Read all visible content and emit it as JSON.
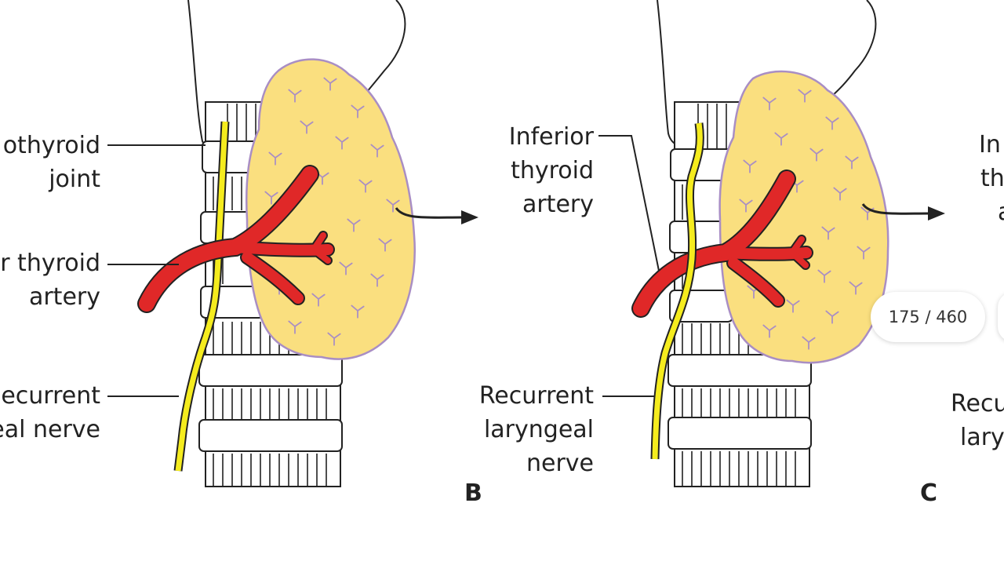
{
  "labels_b": {
    "cricothyroid_line1": "othyroid",
    "cricothyroid_line2": "joint",
    "artery_line1": "r thyroid",
    "artery_line2": "artery",
    "nerve_line1": "ecurrent",
    "nerve_line2": "eal nerve"
  },
  "labels_c": {
    "artery_line1": "Inferior",
    "artery_line2": "thyroid",
    "artery_line3": "artery",
    "nerve_line1": "Recurrent",
    "nerve_line2": "laryngeal",
    "nerve_line3": "nerve"
  },
  "labels_d": {
    "artery_line1": "In",
    "artery_line2": "th",
    "artery_line3": "a",
    "nerve_line1": "Recu",
    "nerve_line2": "lary"
  },
  "panel_letters": {
    "b": "B",
    "c": "C"
  },
  "viewer": {
    "page_counter": "175 / 460"
  },
  "colors": {
    "thyroid_fill": "#fadf7f",
    "thyroid_outline": "#a98ec4",
    "artery": "#e02828",
    "nerve": "#f5ec1e"
  }
}
